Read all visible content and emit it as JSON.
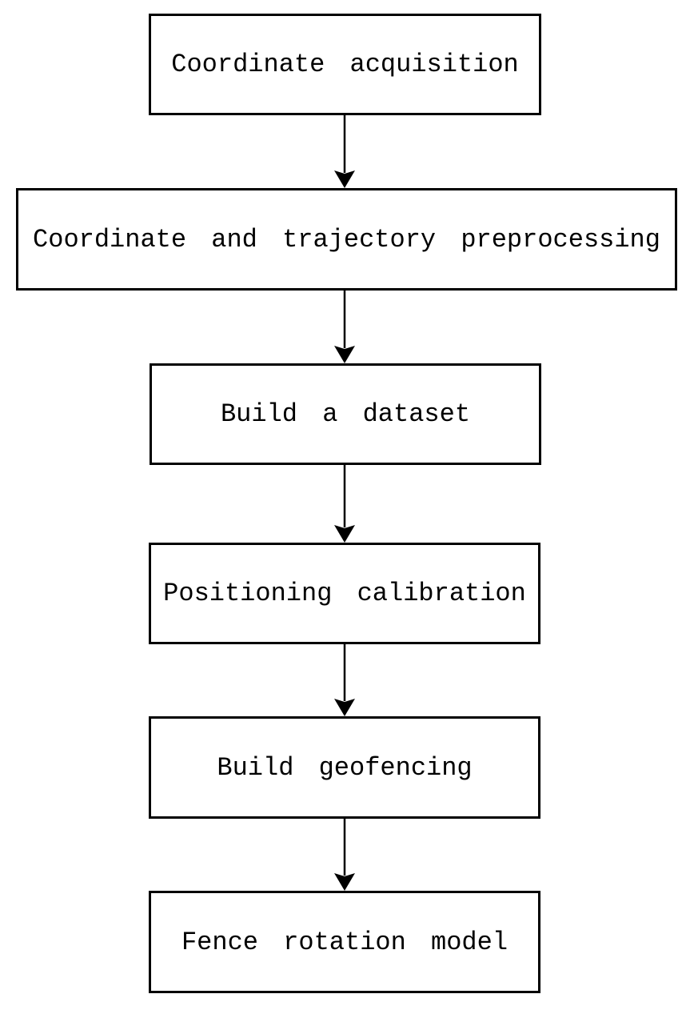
{
  "diagram": {
    "type": "flowchart",
    "direction": "top-down",
    "colors": {
      "background": "#ffffff",
      "box_border": "#000000",
      "box_fill": "#ffffff",
      "text": "#000000",
      "arrow": "#000000"
    },
    "nodes": [
      {
        "id": "coordinate-acquisition",
        "label": "Coordinate acquisition"
      },
      {
        "id": "coordinate-trajectory-preprocessing",
        "label": "Coordinate and trajectory preprocessing"
      },
      {
        "id": "build-dataset",
        "label": "Build a dataset"
      },
      {
        "id": "positioning-calibration",
        "label": "Positioning calibration"
      },
      {
        "id": "build-geofencing",
        "label": "Build geofencing"
      },
      {
        "id": "fence-rotation-model",
        "label": "Fence rotation model"
      }
    ],
    "edges": [
      {
        "from": "coordinate-acquisition",
        "to": "coordinate-trajectory-preprocessing",
        "style": "arrow-down"
      },
      {
        "from": "coordinate-trajectory-preprocessing",
        "to": "build-dataset",
        "style": "arrow-down"
      },
      {
        "from": "build-dataset",
        "to": "positioning-calibration",
        "style": "arrow-down"
      },
      {
        "from": "positioning-calibration",
        "to": "build-geofencing",
        "style": "arrow-down"
      },
      {
        "from": "build-geofencing",
        "to": "fence-rotation-model",
        "style": "arrow-down"
      }
    ]
  }
}
